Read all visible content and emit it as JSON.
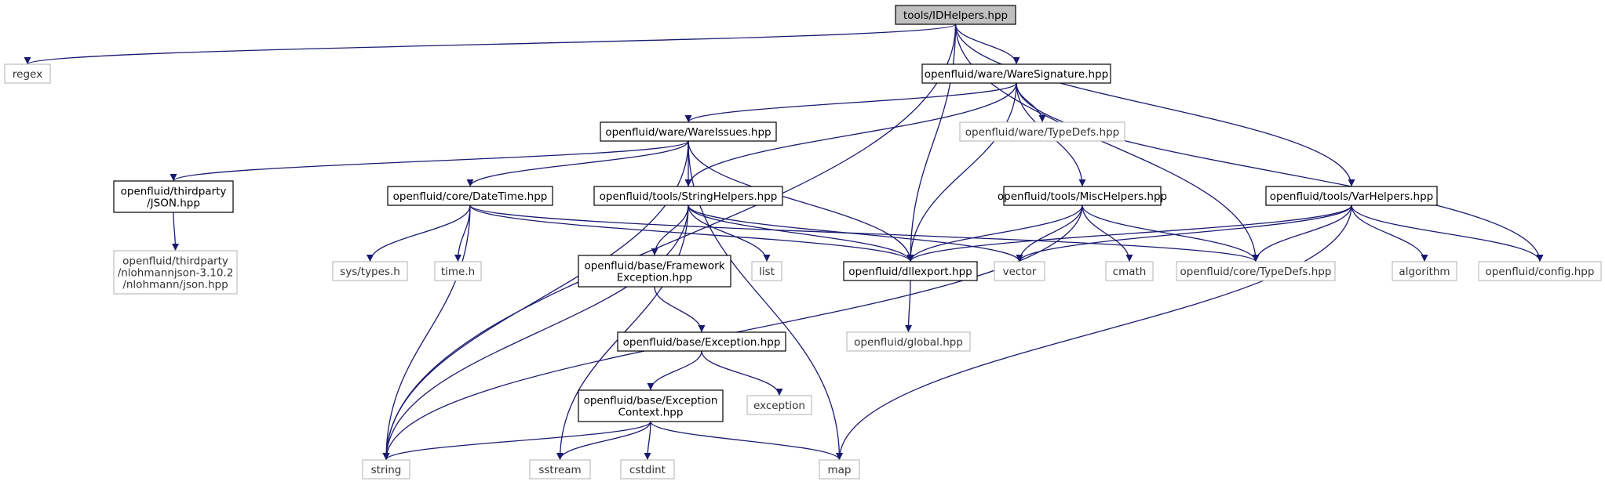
{
  "colors": {
    "edge": "#191970",
    "root_fill": "#bfbfbf",
    "internal_border": "#000000",
    "external_border": "#bfbfbf"
  },
  "nodes": [
    {
      "id": "root",
      "lines": [
        "tools/IDHelpers.hpp"
      ],
      "kind": "root"
    },
    {
      "id": "regex",
      "lines": [
        "regex"
      ],
      "kind": "external"
    },
    {
      "id": "waresig",
      "lines": [
        "openfluid/ware/WareSignature.hpp"
      ],
      "kind": "internal"
    },
    {
      "id": "wareissues",
      "lines": [
        "openfluid/ware/WareIssues.hpp"
      ],
      "kind": "internal"
    },
    {
      "id": "waretypedefs",
      "lines": [
        "openfluid/ware/TypeDefs.hpp"
      ],
      "kind": "external"
    },
    {
      "id": "json",
      "lines": [
        "openfluid/thirdparty",
        "/JSON.hpp"
      ],
      "kind": "internal"
    },
    {
      "id": "nlohmann",
      "lines": [
        "openfluid/thirdparty",
        "/nlohmannjson-3.10.2",
        "/nlohmann/json.hpp"
      ],
      "kind": "external"
    },
    {
      "id": "datetime",
      "lines": [
        "openfluid/core/DateTime.hpp"
      ],
      "kind": "internal"
    },
    {
      "id": "stringhelpers",
      "lines": [
        "openfluid/tools/StringHelpers.hpp"
      ],
      "kind": "internal"
    },
    {
      "id": "mischelpers",
      "lines": [
        "openfluid/tools/MiscHelpers.hpp"
      ],
      "kind": "internal"
    },
    {
      "id": "varhelpers",
      "lines": [
        "openfluid/tools/VarHelpers.hpp"
      ],
      "kind": "internal"
    },
    {
      "id": "systypes",
      "lines": [
        "sys/types.h"
      ],
      "kind": "external"
    },
    {
      "id": "timeh",
      "lines": [
        "time.h"
      ],
      "kind": "external"
    },
    {
      "id": "fwexc",
      "lines": [
        "openfluid/base/Framework",
        "Exception.hpp"
      ],
      "kind": "internal"
    },
    {
      "id": "list",
      "lines": [
        "list"
      ],
      "kind": "external"
    },
    {
      "id": "dllexport",
      "lines": [
        "openfluid/dllexport.hpp"
      ],
      "kind": "internal"
    },
    {
      "id": "vector",
      "lines": [
        "vector"
      ],
      "kind": "external"
    },
    {
      "id": "cmath",
      "lines": [
        "cmath"
      ],
      "kind": "external"
    },
    {
      "id": "coretypedefs",
      "lines": [
        "openfluid/core/TypeDefs.hpp"
      ],
      "kind": "external"
    },
    {
      "id": "algorithm",
      "lines": [
        "algorithm"
      ],
      "kind": "external"
    },
    {
      "id": "config",
      "lines": [
        "openfluid/config.hpp"
      ],
      "kind": "external"
    },
    {
      "id": "global",
      "lines": [
        "openfluid/global.hpp"
      ],
      "kind": "external"
    },
    {
      "id": "exception",
      "lines": [
        "openfluid/base/Exception.hpp"
      ],
      "kind": "internal"
    },
    {
      "id": "stdexception",
      "lines": [
        "exception"
      ],
      "kind": "external"
    },
    {
      "id": "exccontext",
      "lines": [
        "openfluid/base/Exception",
        "Context.hpp"
      ],
      "kind": "internal"
    },
    {
      "id": "string",
      "lines": [
        "string"
      ],
      "kind": "external"
    },
    {
      "id": "sstream",
      "lines": [
        "sstream"
      ],
      "kind": "external"
    },
    {
      "id": "cstdint",
      "lines": [
        "cstdint"
      ],
      "kind": "external"
    },
    {
      "id": "map",
      "lines": [
        "map"
      ],
      "kind": "external"
    }
  ],
  "edges": [
    {
      "from": "root",
      "to": "regex"
    },
    {
      "from": "root",
      "to": "string"
    },
    {
      "from": "root",
      "to": "dllexport"
    },
    {
      "from": "root",
      "to": "waresig"
    },
    {
      "from": "root",
      "to": "coretypedefs"
    },
    {
      "from": "root",
      "to": "varhelpers"
    },
    {
      "from": "waresig",
      "to": "wareissues"
    },
    {
      "from": "waresig",
      "to": "stringhelpers"
    },
    {
      "from": "waresig",
      "to": "dllexport"
    },
    {
      "from": "waresig",
      "to": "waretypedefs"
    },
    {
      "from": "waresig",
      "to": "mischelpers"
    },
    {
      "from": "waresig",
      "to": "config"
    },
    {
      "from": "wareissues",
      "to": "json"
    },
    {
      "from": "wareissues",
      "to": "datetime"
    },
    {
      "from": "wareissues",
      "to": "stringhelpers"
    },
    {
      "from": "wareissues",
      "to": "string"
    },
    {
      "from": "wareissues",
      "to": "map"
    },
    {
      "from": "wareissues",
      "to": "dllexport"
    },
    {
      "from": "json",
      "to": "nlohmann"
    },
    {
      "from": "datetime",
      "to": "string"
    },
    {
      "from": "datetime",
      "to": "systypes"
    },
    {
      "from": "datetime",
      "to": "timeh"
    },
    {
      "from": "datetime",
      "to": "dllexport"
    },
    {
      "from": "datetime",
      "to": "coretypedefs"
    },
    {
      "from": "stringhelpers",
      "to": "string"
    },
    {
      "from": "stringhelpers",
      "to": "sstream"
    },
    {
      "from": "stringhelpers",
      "to": "fwexc"
    },
    {
      "from": "stringhelpers",
      "to": "list"
    },
    {
      "from": "stringhelpers",
      "to": "dllexport"
    },
    {
      "from": "stringhelpers",
      "to": "vector"
    },
    {
      "from": "mischelpers",
      "to": "dllexport"
    },
    {
      "from": "mischelpers",
      "to": "vector"
    },
    {
      "from": "mischelpers",
      "to": "cmath"
    },
    {
      "from": "mischelpers",
      "to": "coretypedefs"
    },
    {
      "from": "mischelpers",
      "to": "string"
    },
    {
      "from": "varhelpers",
      "to": "dllexport"
    },
    {
      "from": "varhelpers",
      "to": "vector"
    },
    {
      "from": "varhelpers",
      "to": "coretypedefs"
    },
    {
      "from": "varhelpers",
      "to": "algorithm"
    },
    {
      "from": "varhelpers",
      "to": "config"
    },
    {
      "from": "varhelpers",
      "to": "map"
    },
    {
      "from": "fwexc",
      "to": "exception"
    },
    {
      "from": "dllexport",
      "to": "global"
    },
    {
      "from": "exception",
      "to": "exccontext"
    },
    {
      "from": "exception",
      "to": "stdexception"
    },
    {
      "from": "exccontext",
      "to": "string"
    },
    {
      "from": "exccontext",
      "to": "sstream"
    },
    {
      "from": "exccontext",
      "to": "cstdint"
    },
    {
      "from": "exccontext",
      "to": "map"
    }
  ]
}
